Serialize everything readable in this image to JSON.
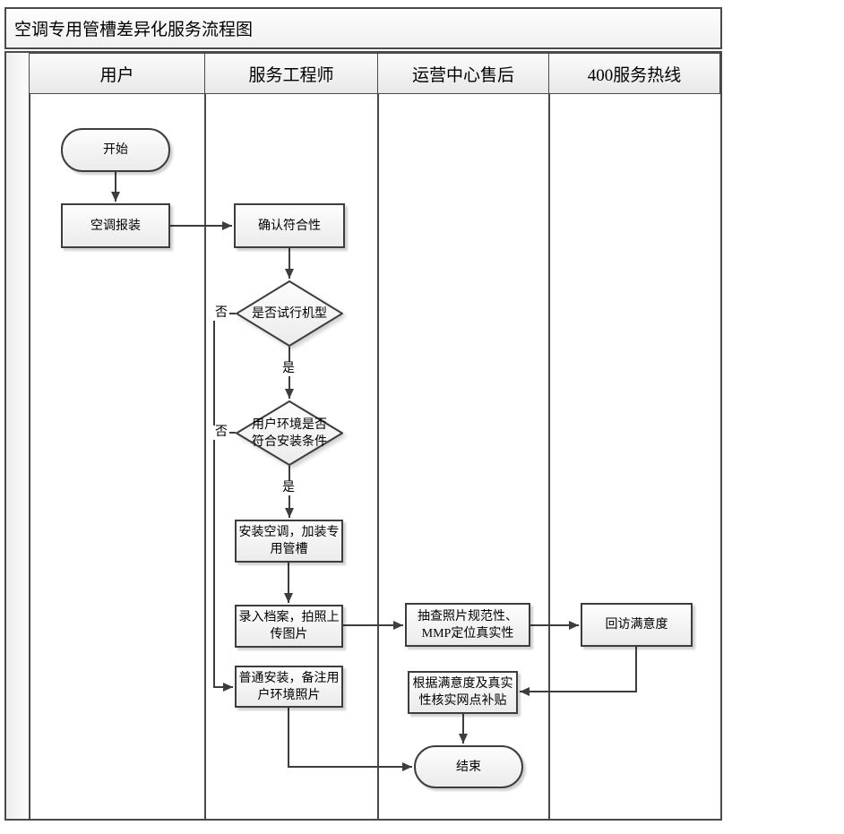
{
  "title": "空调专用管槽差异化服务流程图",
  "lanes": [
    {
      "label": "用户"
    },
    {
      "label": "服务工程师"
    },
    {
      "label": "运营中心售后"
    },
    {
      "label": "400服务热线"
    }
  ],
  "nodes": {
    "start": {
      "type": "terminator",
      "label": "开始"
    },
    "report": {
      "type": "process",
      "label": "空调报装"
    },
    "confirm": {
      "type": "process",
      "label": "确认符合性"
    },
    "trial": {
      "type": "decision",
      "label": "是否试行机型"
    },
    "env": {
      "type": "decision",
      "label": "用户环境是否\n符合安装条件"
    },
    "install": {
      "type": "process",
      "label": "安装空调，加装专\n用管槽"
    },
    "record": {
      "type": "process",
      "label": "录入档案，拍照上\n传图片"
    },
    "normal": {
      "type": "process",
      "label": "普通安装，备注用\n户环境照片"
    },
    "check": {
      "type": "process",
      "label": "抽查照片规范性、\nMMP定位真实性"
    },
    "visit": {
      "type": "process",
      "label": "回访满意度"
    },
    "verify": {
      "type": "process",
      "label": "根据满意度及真实\n性核实网点补贴"
    },
    "end": {
      "type": "terminator",
      "label": "结束"
    }
  },
  "edge_labels": {
    "trial_yes": "是",
    "trial_no": "否",
    "env_yes": "是",
    "env_no": "否"
  },
  "colors": {
    "border": "#3d3d3d",
    "connector": "#3d3d3d",
    "frame_border": "#4a4a4a",
    "shape_fill_top": "#fdfdfd",
    "shape_fill_bottom": "#ebebeb",
    "header_fill_top": "#fbfbfb",
    "header_fill_bottom": "#e8e8e8"
  }
}
